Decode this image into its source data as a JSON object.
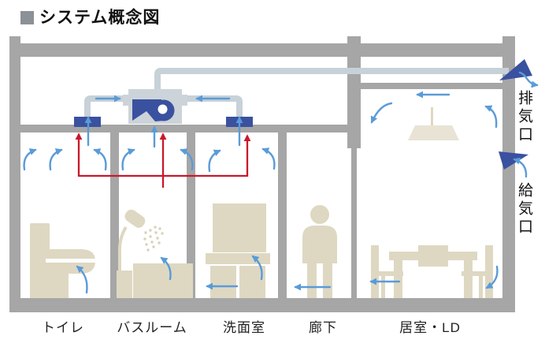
{
  "title": {
    "bullet": "■",
    "text": "システム概念図"
  },
  "rooms": [
    {
      "id": "toilet",
      "label": "トイレ"
    },
    {
      "id": "bathroom",
      "label": "バスルーム"
    },
    {
      "id": "washroom",
      "label": "洗面室"
    },
    {
      "id": "corridor",
      "label": "廊下"
    },
    {
      "id": "living",
      "label": "居室・LD"
    }
  ],
  "ports": {
    "exhaust": "排気口",
    "supply": "給気口"
  },
  "colors": {
    "wall_gray": "#a6a6a6",
    "duct_gray": "#c7d1d8",
    "unit_navy": "#3a51a0",
    "airflow_blue": "#5a9bd8",
    "exhaust_red": "#c9182b",
    "fixture_beige": "#ded8c2",
    "lamp_beige": "#e8e3d5",
    "title_bullet_gray": "#8b9196",
    "background": "#ffffff"
  }
}
